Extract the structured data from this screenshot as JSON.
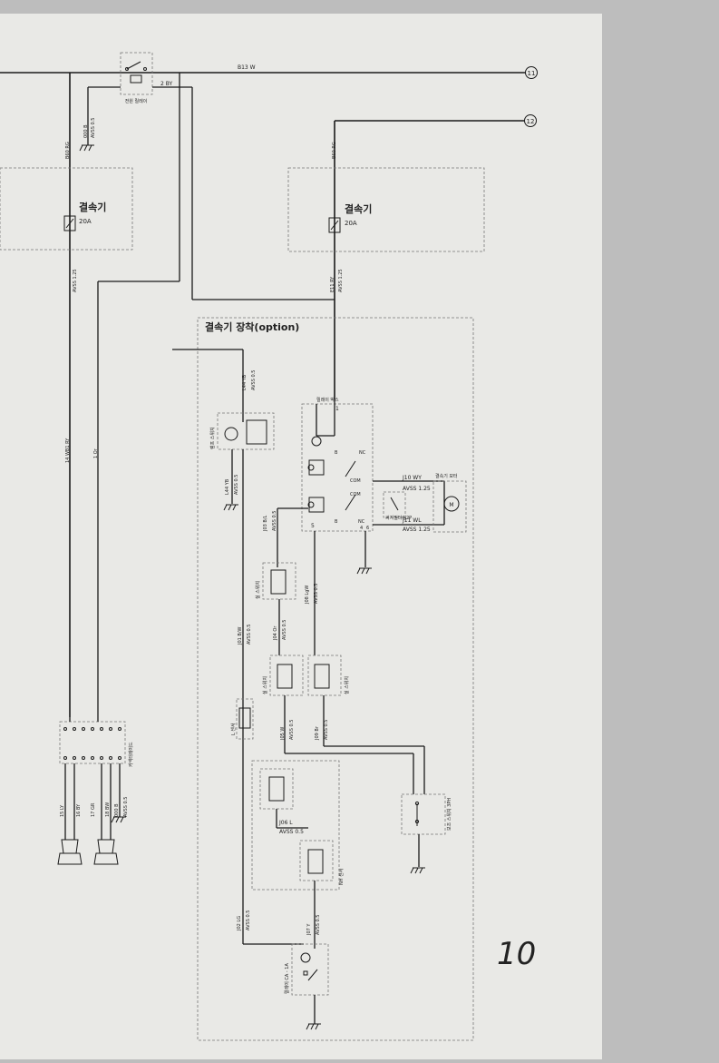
{
  "page_number": "10",
  "connectors": [
    {
      "id": "11",
      "wire": "B13 W"
    },
    {
      "id": "12",
      "wire": "B60 RG"
    }
  ],
  "labels": {
    "relay_main": "전원 릴레이",
    "w_2by": "2 BY",
    "w_b60_left": "B60 RG",
    "w_000b_top": "000 B",
    "w_avss05_top": "AVSS 0.5",
    "fuse_left_title": "결속기",
    "fuse_left_amp": "20A",
    "fuse_right_title": "결속기",
    "fuse_right_amp": "20A",
    "w_avss125_left": "AVSS 1.25",
    "w_e11ry": "E11 RY",
    "w_avss125_right": "AVSS 1.25",
    "option_title": "결속기 장착(option)",
    "w_14wby": "14 WB1 RY",
    "w_1or": "1 Or",
    "w_l44yb": "L44 YB",
    "w_avss05_a": "AVSS 0.5",
    "lamp_switch": "램프 스위치",
    "w_l44yb_b": "L44 YB",
    "w_avss05_b": "AVSS 0.5",
    "relay_box": "릴레이 박스",
    "num_1": "1",
    "num_5": "5",
    "pin_b": "B",
    "pin_nc": "NC",
    "pin_com": "COM",
    "pin_com2": "COM",
    "pin_nc2": "NC",
    "pin_b2": "B",
    "pin_4": "4",
    "pin_6": "6",
    "w_j10wy": "J10 WY",
    "w_avss125_j10": "AVSS 1.25",
    "motor_label": "결속기 모터",
    "w_j11wl": "J11 WL",
    "w_avss125_j11": "AVSS 1.25",
    "diode_label": "써지필터링2P",
    "w_j03bl": "J03 B/L",
    "w_avss05_c": "AVSS 0.5",
    "sw_left": "실 스위치",
    "w_j08lw": "J08 LgW",
    "w_avss05_d": "AVSS 0.5",
    "w_j01bw": "J01 B/W",
    "w_avss05_e": "AVSS 0.5",
    "w_j04or": "J04 Or",
    "w_avss05_f": "AVSS 0.5",
    "sw_mid1": "실 스위치",
    "sw_mid2": "실 스위치",
    "sensor_l": "L 센서",
    "w_j05w": "J05 W",
    "w_avss05_g": "AVSS 0.5",
    "w_j09br": "J09 Br",
    "w_avss05_h": "AVSS 0.5",
    "cab_connector": "커넥터레이드",
    "w_j06l": "J06 L",
    "w_avss05_i": "AVSS 0.5",
    "sensor_nh": "NH 센서",
    "aux_switch": "보조 스위치 3PH",
    "w_15ly": "15 LY",
    "w_16by": "16 BY",
    "w_17gr": "17 GR",
    "w_18bw": "18 BW",
    "w_000b_bot": "000 B",
    "w_avss05_bot": "AVSS 0.5",
    "w_j02lg": "J02 LG",
    "w_avss05_j": "AVSS 0.5",
    "w_j07y": "J07 Y",
    "w_avss05_k": "AVSS 0.5",
    "relay_bottom": "릴레이 CA - 1A"
  },
  "colors": {
    "paper": "#e9e9e6",
    "background": "#bdbdbd",
    "ink": "#1a1a1a"
  }
}
